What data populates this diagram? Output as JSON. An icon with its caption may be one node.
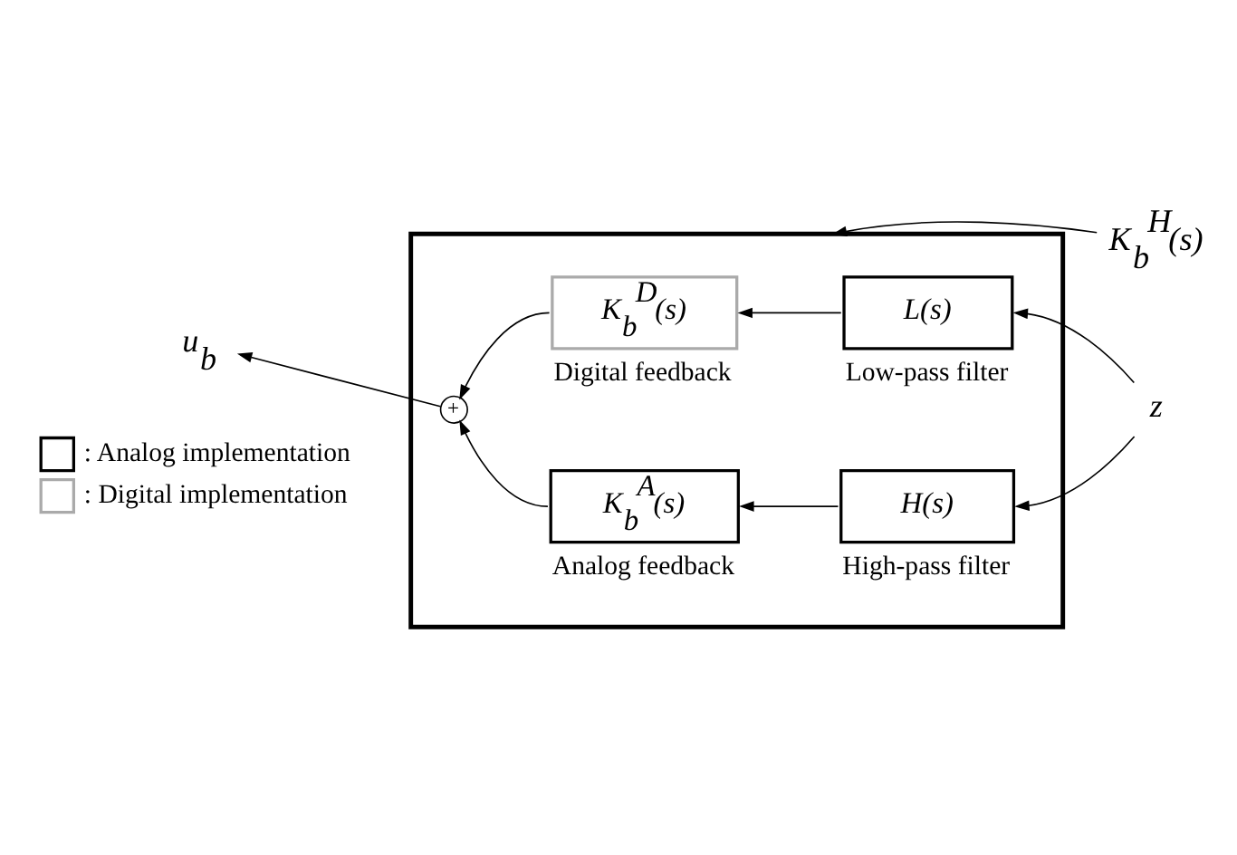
{
  "diagram": {
    "nodes": [
      {
        "text": [
          "K$_{b}$$^{H}$(s)"
        ]
      },
      {
        "text": [],
        "shape": "box"
      },
      {
        "text": [
          "K$_{b}$$^{D}$(s)"
        ],
        "beside": [
          "Digital feedback"
        ],
        "in": 1
      },
      {
        "text": [
          "L(s)"
        ],
        "beside": [
          "Low-pass filter"
        ],
        "in": 1
      },
      {
        "text": [
          "+"
        ],
        "in": 1
      },
      {
        "text": [
          "K$_{b}$$^{A}$(s)"
        ],
        "beside": [
          "Analog feedback"
        ],
        "in": 1
      },
      {
        "text": [
          "H(s)"
        ],
        "beside": [
          "High-pass filter"
        ],
        "in": 1
      },
      {
        "text": [
          "u$_{b}$"
        ]
      },
      {
        "text": [
          "z"
        ]
      }
    ],
    "edges": [
      {
        "from": 0,
        "to": 1,
        "arrow": "to"
      },
      {
        "from": 8,
        "to": 3,
        "arrow": "to"
      },
      {
        "from": 8,
        "to": 6,
        "arrow": "to"
      },
      {
        "from": 3,
        "to": 2,
        "arrow": "to"
      },
      {
        "from": 6,
        "to": 5,
        "arrow": "to"
      },
      {
        "from": 2,
        "to": 4,
        "arrow": "to"
      },
      {
        "from": 5,
        "to": 4,
        "arrow": "to"
      },
      {
        "from": 4,
        "to": 7,
        "arrow": "to"
      }
    ],
    "legend": [
      {
        "text": ": Analog implementation"
      },
      {
        "text": ": Digital implementation"
      }
    ]
  }
}
